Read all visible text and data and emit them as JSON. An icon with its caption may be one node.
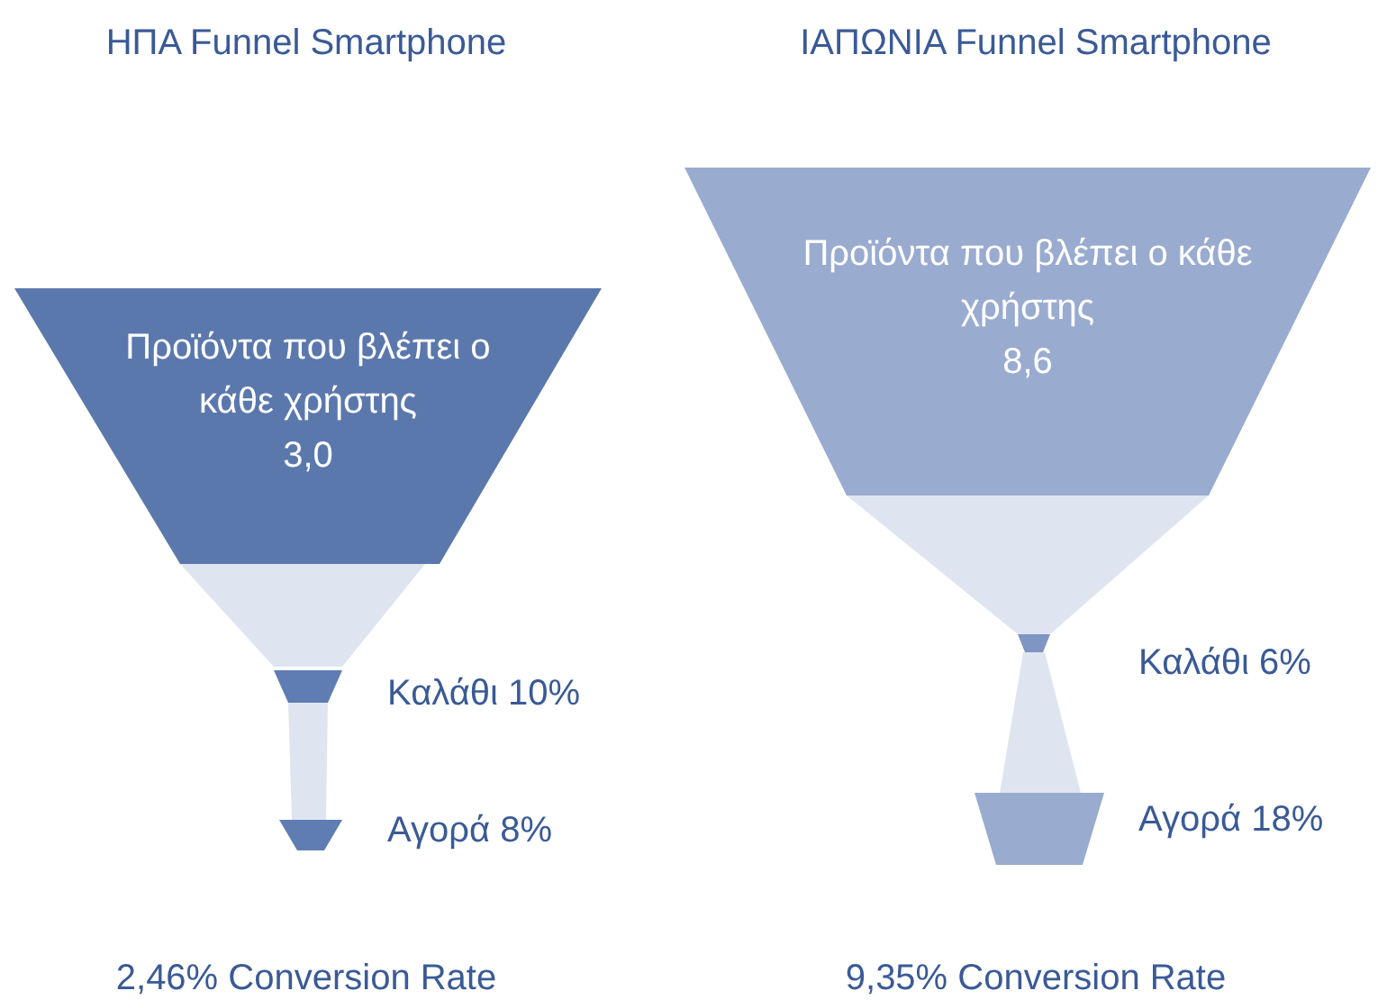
{
  "diagram": {
    "nodes": [
      {
        "text": [
          "Προϊόντα που βλέπει ο κάθε χρήστης",
          "3,0"
        ]
      },
      {
        "text": [],
        "shape": "trapezoid",
        "beside": [
          "Καλάθι 10%"
        ]
      },
      {
        "text": [],
        "shape": "trapezoid",
        "beside": [
          "Αγορά 8%"
        ]
      },
      {
        "text": [
          "Προϊόντα που βλέπει ο κάθε χρήστης",
          "8,6"
        ]
      },
      {
        "text": [],
        "shape": "trapezoid",
        "beside": [
          "Καλάθι 6%"
        ]
      },
      {
        "text": [],
        "shape": "trapezoid",
        "beside": [
          "Αγορά 18%"
        ]
      }
    ],
    "labels": [
      "ΗΠΑ Funnel Smartphone",
      "ΙΑΠΩΝΙΑ Funnel Smartphone",
      "2,46% Conversion Rate",
      "9,35% Conversion Rate"
    ]
  }
}
